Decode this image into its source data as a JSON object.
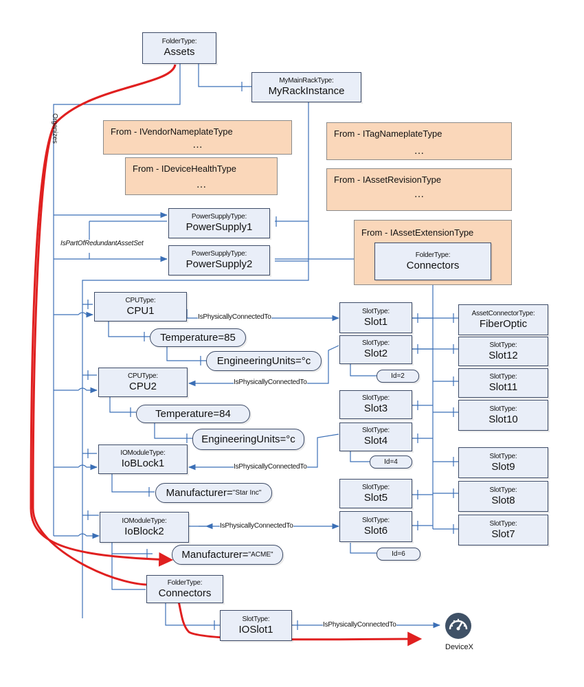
{
  "nodes": {
    "assets": {
      "type": "FolderType:",
      "name": "Assets"
    },
    "rack": {
      "type": "MyMainRackType:",
      "name": "MyRackInstance"
    },
    "ps1": {
      "type": "PowerSupplyType:",
      "name": "PowerSupply1"
    },
    "ps2": {
      "type": "PowerSupplyType:",
      "name": "PowerSupply2"
    },
    "connectors_ext": {
      "type": "FolderType:",
      "name": "Connectors"
    },
    "cpu1": {
      "type": "CPUType:",
      "name": "CPU1"
    },
    "cpu2": {
      "type": "CPUType:",
      "name": "CPU2"
    },
    "ioblock1": {
      "type": "IOModuleType:",
      "name": "IoBLock1"
    },
    "ioblock2": {
      "type": "IOModuleType:",
      "name": "IoBlock2"
    },
    "connectors_io": {
      "type": "FolderType:",
      "name": "Connectors"
    },
    "ioslot1": {
      "type": "SlotType:",
      "name": "IOSlot1"
    },
    "slot1": {
      "type": "SlotType:",
      "name": "Slot1"
    },
    "slot2": {
      "type": "SlotType:",
      "name": "Slot2"
    },
    "slot3": {
      "type": "SlotType:",
      "name": "Slot3"
    },
    "slot4": {
      "type": "SlotType:",
      "name": "Slot4"
    },
    "slot5": {
      "type": "SlotType:",
      "name": "Slot5"
    },
    "slot6": {
      "type": "SlotType:",
      "name": "Slot6"
    },
    "fiberoptic": {
      "type": "AssetConnectorType:",
      "name": "FiberOptic"
    },
    "slot12": {
      "type": "SlotType:",
      "name": "Slot12"
    },
    "slot11": {
      "type": "SlotType:",
      "name": "Slot11"
    },
    "slot10": {
      "type": "SlotType:",
      "name": "Slot10"
    },
    "slot9": {
      "type": "SlotType:",
      "name": "Slot9"
    },
    "slot8": {
      "type": "SlotType:",
      "name": "Slot8"
    },
    "slot7": {
      "type": "SlotType:",
      "name": "Slot7"
    }
  },
  "properties": {
    "temp1": "Temperature=85",
    "eu1": "EngineeringUnits=°c",
    "temp2": "Temperature=84",
    "eu2": "EngineeringUnits=°c",
    "mfr1_key": "Manufacturer=",
    "mfr1_val": "\"Star Inc\"",
    "mfr2_key": "Manufacturer=",
    "mfr2_val": "\"ACME\"",
    "id2": "Id=2",
    "id4": "Id=4",
    "id6": "Id=6"
  },
  "mixins": {
    "vendor": {
      "label": "From - IVendorNameplateType",
      "dots": "…"
    },
    "health": {
      "label": "From - IDeviceHealthType",
      "dots": "…"
    },
    "tag": {
      "label": "From - ITagNameplateType",
      "dots": "…"
    },
    "revision": {
      "label": "From - IAssetRevisionType",
      "dots": "…"
    },
    "extension": {
      "label": "From - IAssetExtensionType"
    }
  },
  "edge_labels": {
    "organizes": "Organizes",
    "redundant": "IsPartOfRedundantAssetSet",
    "cpu1_slot1": "IsPhysicallyConnectedTo",
    "cpu2_slot2": "IsPhysicallyConnectedTo",
    "io1_slot4": "IsPhysicallyConnectedTo",
    "io2_slot6": "IsPhysicallyConnectedTo",
    "ioslot_device": "IsPhysicallyConnectedTo"
  },
  "device": {
    "label": "DeviceX",
    "icon": "gauge-icon"
  },
  "colors": {
    "node_fill": "#e9eef8",
    "mixin_fill": "#fad7ba",
    "wire": "#3b6fb6",
    "highlight": "#e02020"
  }
}
